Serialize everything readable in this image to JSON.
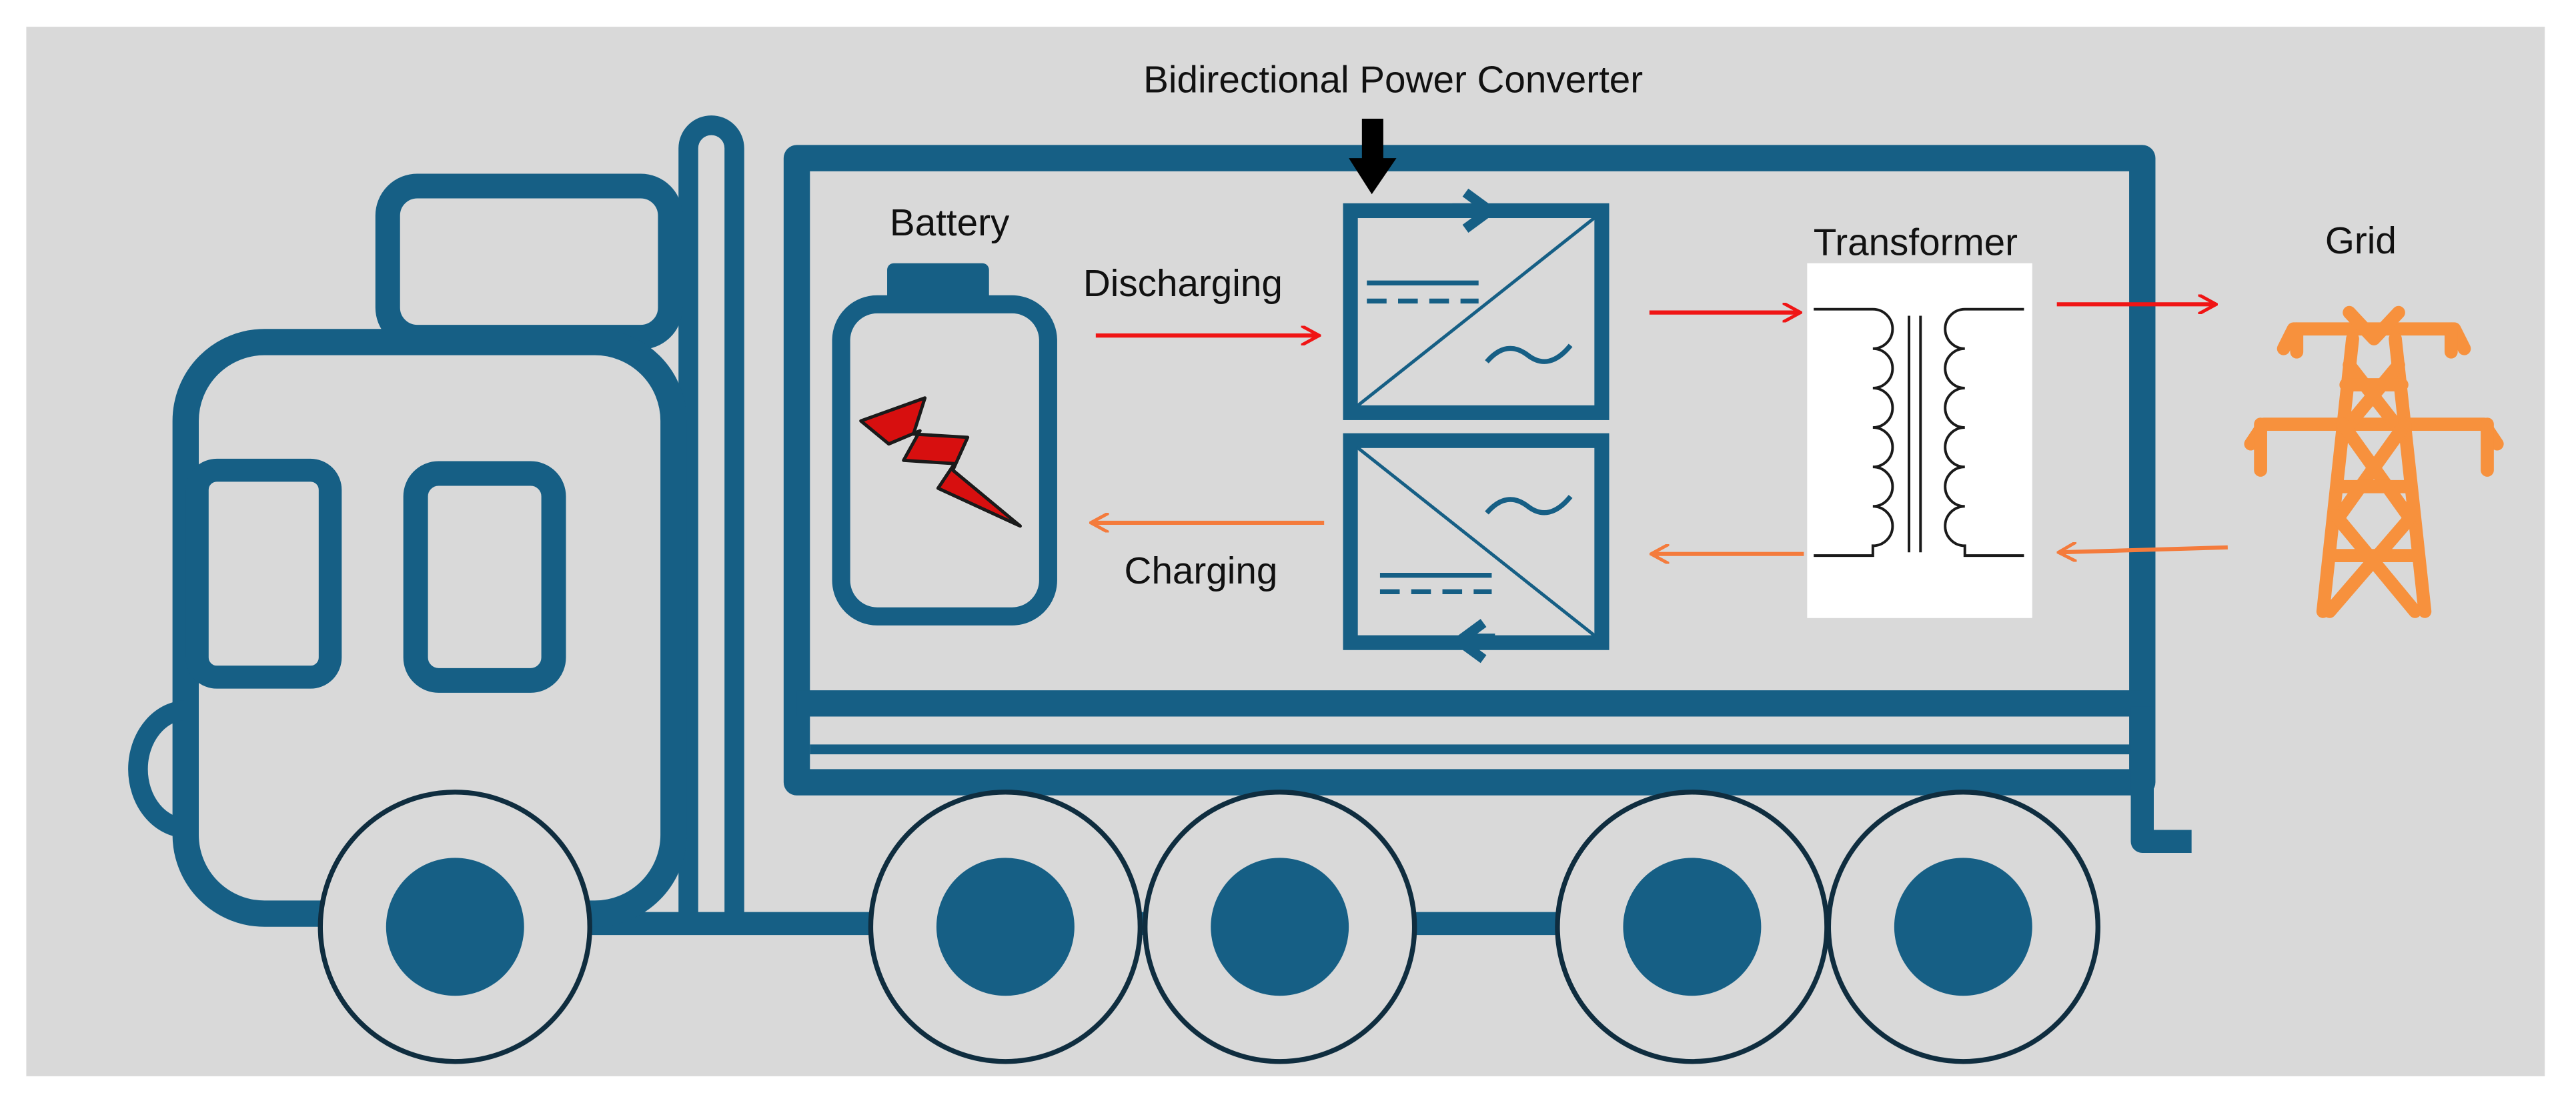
{
  "diagram": {
    "labels": {
      "converter": "Bidirectional Power Converter",
      "battery": "Battery",
      "discharging": "Discharging",
      "charging": "Charging",
      "transformer": "Transformer",
      "grid": "Grid"
    },
    "colors": {
      "background": "#d9d9d9",
      "truck": "#165f85",
      "wheel_outline": "#0f2d3f",
      "discharge_arrow": "#f01515",
      "charge_arrow": "#f47b3c",
      "grid_tower": "#f7913d",
      "bolt_fill": "#d70f0f",
      "transformer_box": "#ffffff",
      "label_text": "#111111"
    },
    "icons": [
      "truck-icon",
      "battery-icon",
      "lightning-bolt-icon",
      "dc-ac-converter-icon",
      "ac-dc-converter-icon",
      "transformer-icon",
      "transmission-tower-icon"
    ]
  }
}
